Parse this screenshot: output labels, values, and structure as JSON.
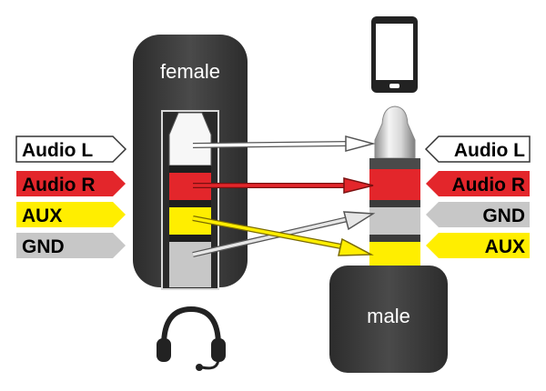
{
  "diagram": {
    "female_label": "female",
    "male_label": "male",
    "left_labels": [
      {
        "text": "Audio L",
        "bg": "#ffffff",
        "fg": "#111111",
        "border": "#333333"
      },
      {
        "text": "Audio R",
        "bg": "#e3262b",
        "fg": "#111111",
        "border": "#e3262b"
      },
      {
        "text": "AUX",
        "bg": "#ffee00",
        "fg": "#111111",
        "border": "#ffee00"
      },
      {
        "text": "GND",
        "bg": "#c7c7c7",
        "fg": "#111111",
        "border": "#c7c7c7"
      }
    ],
    "right_labels": [
      {
        "text": "Audio L",
        "bg": "#ffffff",
        "fg": "#111111",
        "border": "#333333"
      },
      {
        "text": "Audio R",
        "bg": "#e3262b",
        "fg": "#111111",
        "border": "#e3262b"
      },
      {
        "text": "GND",
        "bg": "#c7c7c7",
        "fg": "#111111",
        "border": "#c7c7c7"
      },
      {
        "text": "AUX",
        "bg": "#ffee00",
        "fg": "#111111",
        "border": "#ffee00"
      }
    ],
    "icons": [
      "smartphone-icon",
      "headset-icon"
    ],
    "colors": {
      "body": "#3a3a3a",
      "red": "#e3262b",
      "yellow": "#ffee00",
      "grey": "#c7c7c7"
    }
  }
}
